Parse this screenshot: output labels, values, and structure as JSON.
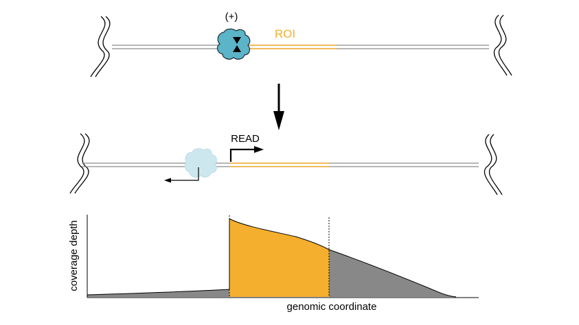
{
  "labels": {
    "plus_sign": "(+)",
    "roi": "ROI",
    "read": "READ",
    "y_axis": "coverage depth",
    "x_axis": "genomic coordinate"
  },
  "colors": {
    "roi": "#F5AF2E",
    "protein": "#5BB4C8",
    "protein_faded": "#CDE7EE",
    "coverage_gray": "#888888",
    "strand": "#8A8A8A",
    "ink": "#000000"
  },
  "icons": {
    "protein_active": "protein-blob-icon",
    "protein_released": "faded-protein-blob-icon",
    "forward_read": "bent-arrow-right-icon",
    "reverse_read": "bent-arrow-left-icon",
    "break": "double-wavy-break-icon",
    "process": "down-arrow-icon"
  }
}
